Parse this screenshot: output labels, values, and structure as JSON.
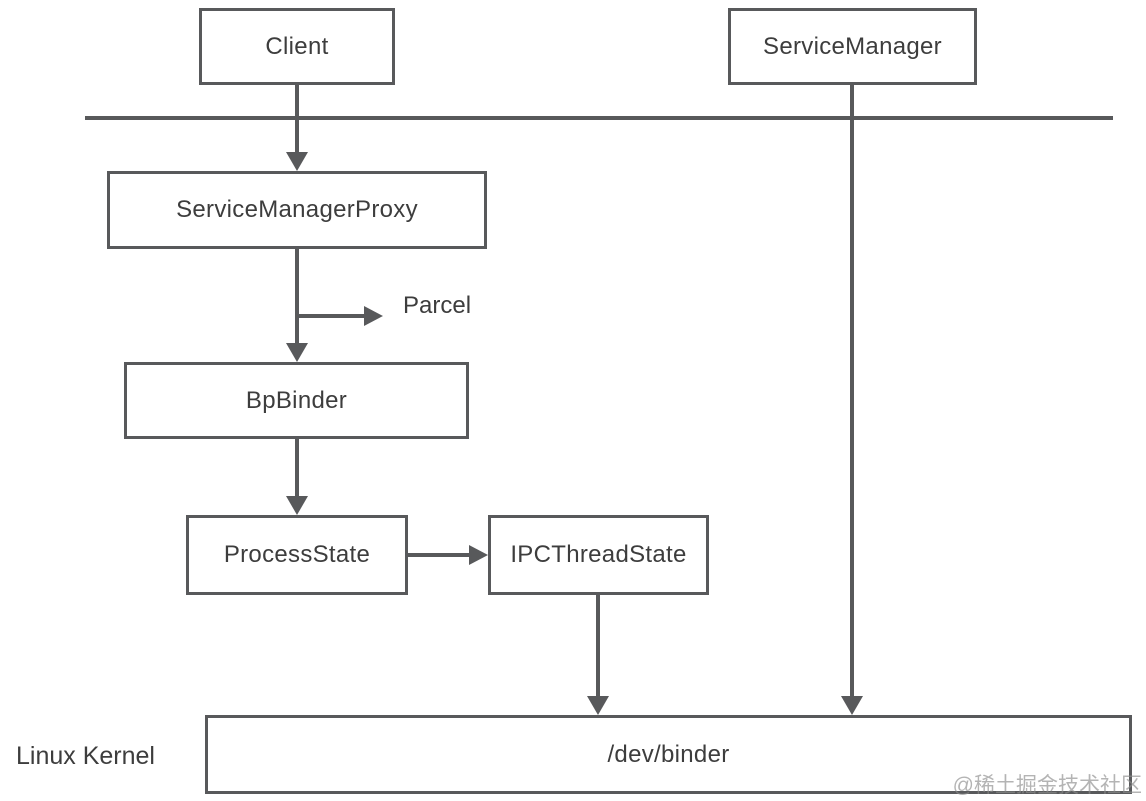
{
  "diagram_type": "flowchart",
  "title_semantic": "Android Binder IPC client-side architecture",
  "nodes": {
    "client": {
      "label": "Client"
    },
    "service_manager": {
      "label": "ServiceManager"
    },
    "service_manager_proxy": {
      "label": "ServiceManagerProxy"
    },
    "bp_binder": {
      "label": "BpBinder"
    },
    "process_state": {
      "label": "ProcessState"
    },
    "ipc_thread_state": {
      "label": "IPCThreadState"
    },
    "dev_binder": {
      "label": "/dev/binder"
    }
  },
  "labels": {
    "parcel": "Parcel",
    "linux_kernel": "Linux Kernel"
  },
  "watermark": "@稀土掘金技术社区",
  "edges": [
    {
      "from": "Client",
      "to": "ServiceManagerProxy",
      "direction": "down"
    },
    {
      "from": "ServiceManagerProxy",
      "to": "BpBinder",
      "direction": "down"
    },
    {
      "from": "ServiceManagerProxy",
      "to": "Parcel",
      "direction": "right-branch"
    },
    {
      "from": "BpBinder",
      "to": "ProcessState",
      "direction": "down"
    },
    {
      "from": "ProcessState",
      "to": "IPCThreadState",
      "direction": "right"
    },
    {
      "from": "IPCThreadState",
      "to": "/dev/binder",
      "direction": "down"
    },
    {
      "from": "ServiceManager",
      "to": "/dev/binder",
      "direction": "down"
    }
  ],
  "separator": {
    "meaning": "boundary line below Client / ServiceManager"
  },
  "colors": {
    "line": "#58595b",
    "text": "#3d3d3d",
    "watermark": "#8c8c8c",
    "background": "#ffffff"
  }
}
